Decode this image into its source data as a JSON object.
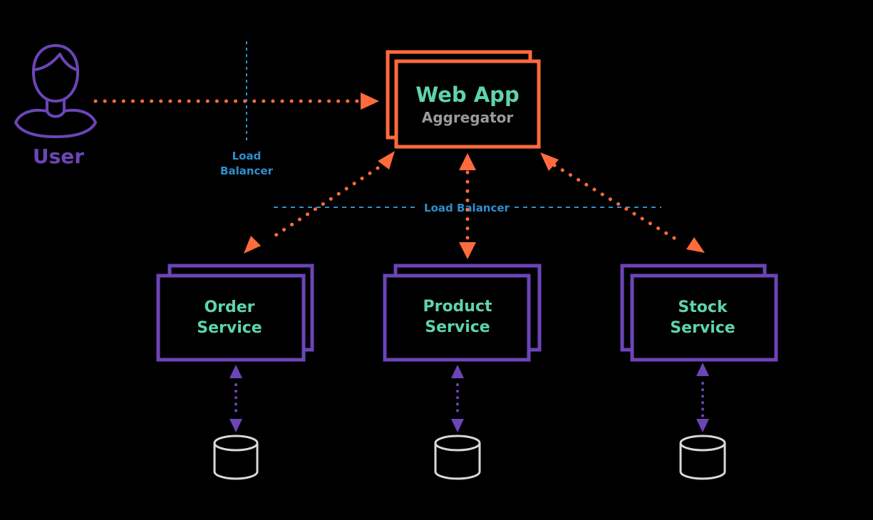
{
  "colors": {
    "background": "#000000",
    "orange": "#ff6b3d",
    "purple": "#6c45b8",
    "teal": "#5fd3ad",
    "blue": "#2f8fcf",
    "gray": "#9a9a9a",
    "db": "#d9d9d9"
  },
  "user": {
    "label": "User",
    "icon": "user-icon"
  },
  "load_balancer_top": {
    "line1": "Load",
    "line2": "Balancer"
  },
  "web_app": {
    "title": "Web App",
    "subtitle": "Aggregator"
  },
  "load_balancer_mid": {
    "label": "Load Balancer"
  },
  "services": [
    {
      "line1": "Order",
      "line2": "Service",
      "icon": "database-icon"
    },
    {
      "line1": "Product",
      "line2": "Service",
      "icon": "database-icon"
    },
    {
      "line1": "Stock",
      "line2": "Service",
      "icon": "database-icon"
    }
  ]
}
